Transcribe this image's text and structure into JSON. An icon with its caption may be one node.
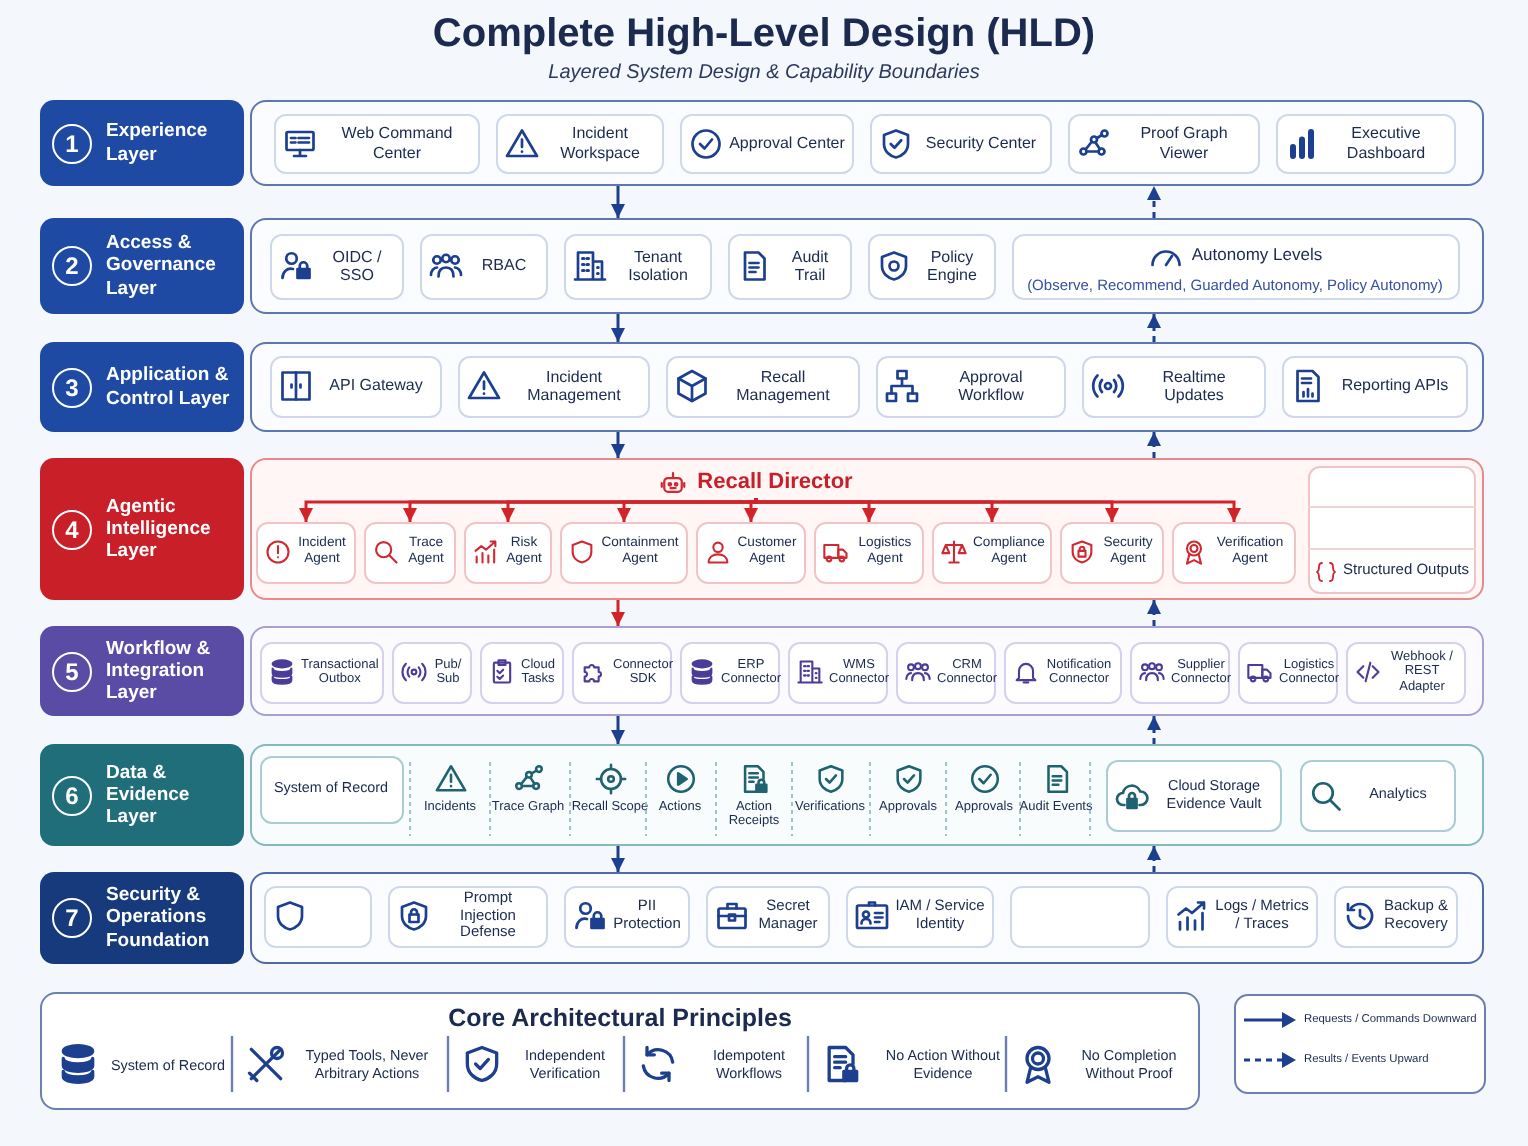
{
  "diagram": {
    "title": "Complete High-Level Design (HLD)",
    "nodes": [
      {
        "text": [
          "1",
          "Experience Layer"
        ]
      },
      {
        "text": [],
        "shape": "box"
      },
      {
        "text": [
          "Web Command Center"
        ],
        "in": 1
      },
      {
        "text": [
          "Incident Workspace"
        ],
        "in": 1
      },
      {
        "text": [
          "Approval Center"
        ],
        "in": 1
      },
      {
        "text": [
          "Security Center"
        ],
        "in": 1
      },
      {
        "text": [
          "Proof Graph Viewer"
        ],
        "in": 1
      },
      {
        "text": [
          "Executive Dashboard"
        ],
        "in": 1
      },
      {
        "text": [
          "2",
          "Access & Governance Layer"
        ]
      },
      {
        "text": [],
        "shape": "box"
      },
      {
        "text": [
          "OIDC / SSO"
        ],
        "in": 9
      },
      {
        "text": [
          "RBAC"
        ],
        "in": 9
      },
      {
        "text": [
          "Tenant Isolation"
        ],
        "in": 9
      },
      {
        "text": [
          "Audit Trail"
        ],
        "in": 9
      },
      {
        "text": [
          "Policy Engine"
        ],
        "in": 9
      },
      {
        "text": [
          "Autonomy Levels",
          "(Observe, Recommend, Guarded Autonomy, Policy Autonomy)"
        ],
        "in": 9
      },
      {
        "text": [
          "3",
          "Application & Control Layer"
        ]
      },
      {
        "text": [],
        "shape": "box"
      },
      {
        "text": [
          "API Gateway"
        ],
        "in": 17
      },
      {
        "text": [
          "Incident Management"
        ],
        "in": 17
      },
      {
        "text": [
          "Recall Management"
        ],
        "in": 17
      },
      {
        "text": [
          "Approval Workflow"
        ],
        "in": 17
      },
      {
        "text": [
          "Realtime Updates"
        ],
        "in": 17
      },
      {
        "text": [
          "Reporting APIs"
        ],
        "in": 17
      },
      {
        "text": [
          "4",
          "Agentic Intelligence Layer"
        ]
      },
      {
        "text": [],
        "shape": "box"
      },
      {
        "text": [
          "Recall Director"
        ],
        "in": 25
      },
      {
        "text": [
          "Incident Agent"
        ],
        "in": 25
      },
      {
        "text": [
          "Trace Agent"
        ],
        "in": 25
      },
      {
        "text": [
          "Risk Agent"
        ],
        "in": 25
      },
      {
        "text": [
          "Containment Agent"
        ],
        "in": 25
      },
      {
        "text": [
          "Customer Agent"
        ],
        "in": 25
      },
      {
        "text": [
          "Logistics Agent"
        ],
        "in": 25
      },
      {
        "text": [
          "Compliance Agent"
        ],
        "in": 25
      },
      {
        "text": [
          "Security Agent"
        ],
        "in": 25
      },
      {
        "text": [
          "Verification Agent"
        ],
        "in": 25
      },
      {
        "text": [],
        "shape": "box",
        "in": 25
      },
      {
        "text": [],
        "shape": "box",
        "in": 36
      },
      {
        "text": [],
        "shape": "box",
        "in": 36
      },
      {
        "text": [
          "Structured Outputs"
        ],
        "in": 36
      },
      {
        "text": [
          "5",
          "Workflow & Integration Layer"
        ]
      },
      {
        "text": [],
        "shape": "box"
      },
      {
        "text": [
          "Transactional Outbox"
        ],
        "in": 41
      },
      {
        "text": [
          "Pub/ Sub"
        ],
        "in": 41
      },
      {
        "text": [
          "Cloud Tasks"
        ],
        "in": 41
      },
      {
        "text": [
          "Connector SDK"
        ],
        "in": 41
      },
      {
        "text": [
          "ERP Connector"
        ],
        "in": 41
      },
      {
        "text": [
          "WMS Connector"
        ],
        "in": 41
      },
      {
        "text": [
          "CRM Connector"
        ],
        "in": 41
      },
      {
        "text": [
          "Notification Connector"
        ],
        "in": 41
      },
      {
        "text": [
          "Supplier Connector"
        ],
        "in": 41
      },
      {
        "text": [
          "Logistics Connector"
        ],
        "in": 41
      },
      {
        "text": [
          "Webhook / REST Adapter"
        ],
        "in": 41
      },
      {
        "text": [
          "6",
          "Data & Evidence Layer"
        ]
      },
      {
        "text": [],
        "shape": "box"
      },
      {
        "text": [
          "System of Record"
        ],
        "in": 54
      },
      {
        "text": [
          "Cloud Storage Evidence Vault"
        ],
        "in": 54
      },
      {
        "text": [
          "Analytics"
        ],
        "in": 54
      },
      {
        "text": [
          "7",
          "Security & Operations Foundation"
        ]
      },
      {
        "text": [],
        "shape": "box"
      },
      {
        "text": [],
        "shape": "box",
        "in": 59
      },
      {
        "text": [
          "Prompt Injection Defense"
        ],
        "in": 59
      },
      {
        "text": [
          "PII Protection"
        ],
        "in": 59
      },
      {
        "text": [
          "Secret Manager"
        ],
        "in": 59
      },
      {
        "text": [
          "IAM / Service Identity"
        ],
        "in": 59
      },
      {
        "text": [],
        "shape": "box",
        "in": 59
      },
      {
        "text": [
          "Logs / Metrics / Traces"
        ],
        "in": 59
      },
      {
        "text": [
          "Backup & Recovery"
        ],
        "in": 59
      },
      {
        "text": [
          "Core Architectural Principles"
        ]
      }
    ],
    "edges": [
      {
        "from": 1,
        "to": 9,
        "arrow": "to"
      },
      {
        "from": 9,
        "to": 1,
        "arrow": "to",
        "style": "dashed"
      },
      {
        "from": 9,
        "to": 17,
        "arrow": "to"
      },
      {
        "from": 17,
        "to": 9,
        "arrow": "to",
        "style": "dashed"
      },
      {
        "from": 17,
        "to": 25,
        "arrow": "to"
      },
      {
        "from": 25,
        "to": 17,
        "arrow": "to",
        "style": "dashed"
      },
      {
        "from": 25,
        "to": 41,
        "arrow": "to",
        "color": "#d0232a"
      },
      {
        "from": 41,
        "to": 25,
        "arrow": "to",
        "style": "dashed"
      },
      {
        "from": 41,
        "to": 54,
        "arrow": "to"
      },
      {
        "from": 54,
        "to": 41,
        "arrow": "to",
        "style": "dashed"
      },
      {
        "from": 54,
        "to": 59,
        "arrow": "to"
      },
      {
        "from": 59,
        "to": 54,
        "arrow": "to",
        "style": "dashed"
      },
      {
        "from": 26,
        "to": 27,
        "arrow": "to",
        "color": "#d0232a"
      },
      {
        "from": 26,
        "to": 28,
        "arrow": "to",
        "color": "#d0232a"
      },
      {
        "from": 26,
        "to": 29,
        "arrow": "to",
        "color": "#d0232a"
      },
      {
        "from": 26,
        "to": 30,
        "arrow": "to",
        "color": "#d0232a"
      },
      {
        "from": 26,
        "to": 31,
        "arrow": "to",
        "color": "#d0232a"
      },
      {
        "from": 26,
        "to": 32,
        "arrow": "to",
        "color": "#d0232a"
      },
      {
        "from": 26,
        "to": 33,
        "arrow": "to",
        "color": "#d0232a"
      },
      {
        "from": 26,
        "to": 34,
        "arrow": "to",
        "color": "#d0232a"
      },
      {
        "from": 26,
        "to": 35,
        "arrow": "to",
        "color": "#d0232a"
      }
    ],
    "labels": [
      "Layered System Design & Capability Boundaries",
      "Incidents",
      "Trace Graph",
      "Recall Scope",
      "Actions",
      "Action Receipts",
      "Verifications",
      "Approvals",
      "Approvals",
      "Audit Events",
      "System of Record",
      "Typed Tools, Never Arbitrary Actions",
      "Independent Verification",
      "Idempotent Workflows",
      "No Action Without Evidence",
      "No Completion Without Proof"
    ],
    "legend": [
      {
        "text": "Requests / Commands Downward"
      },
      {
        "text": "Results / Events Upward"
      }
    ]
  }
}
